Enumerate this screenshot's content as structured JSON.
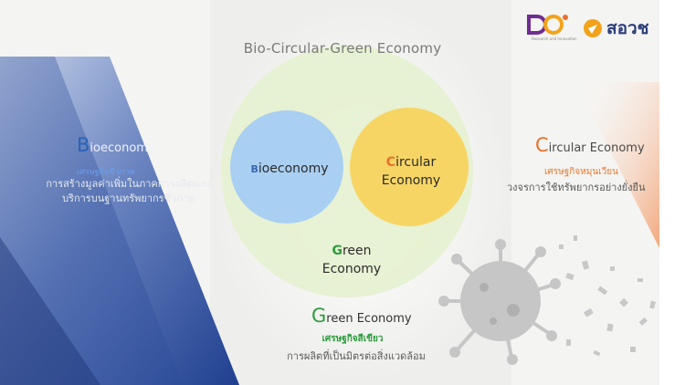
{
  "header": {
    "logo_left_text": "DO",
    "logo_left_sub": "Research and Innovation",
    "logo_right_text": "สอวช"
  },
  "diagram": {
    "title": "Bio-Circular-Green Economy",
    "circles": {
      "bio": {
        "first": "B",
        "rest": "ioeconomy"
      },
      "circular": {
        "first": "C",
        "rest": "ircular",
        "line2": "Economy"
      },
      "green": {
        "first": "G",
        "rest": "reen",
        "line2": "Economy"
      }
    }
  },
  "bioeconomy": {
    "letter": "B",
    "rest": "ioeconomy",
    "subtitle": "เศรษฐกิจชีวภาพ",
    "description": "การสร้างมูลค่าเพิ่มในภาคการผลิตและบริการบนฐานทรัพยากรชีวภาพ"
  },
  "circular": {
    "letter": "C",
    "rest": "ircular Economy",
    "subtitle": "เศรษฐกิจหมุนเวียน",
    "description": "วงจรการใช้ทรัพยากรอย่างยั่งยืน"
  },
  "green": {
    "letter": "G",
    "rest": "reen Economy",
    "subtitle": "เศรษฐกิจสีเขียว",
    "description": "การผลิตที่เป็นมิตรต่อสิ่งแวดล้อม"
  },
  "colors": {
    "bio_blue": "#2a63b8",
    "circular_orange": "#e8702a",
    "green": "#2e9a3e",
    "bio_circle": "#a9cff2",
    "circular_circle": "#f7d35b",
    "outer_circle": "#e6f1cf",
    "virus_gray": "#c2c2c2"
  },
  "icons": {
    "left_logo": "do-logo-icon",
    "right_logo": "sorwor-logo-icon",
    "background": "virus-icon"
  }
}
